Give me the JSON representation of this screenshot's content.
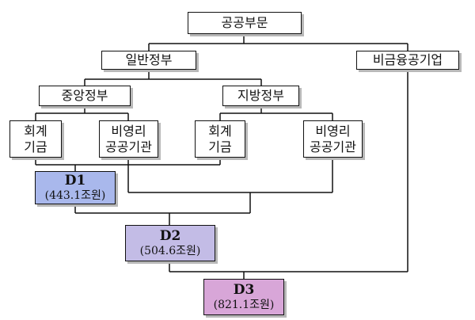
{
  "nodes": {
    "public_sector": "공공부문",
    "general_government": "일반정부",
    "non_financial_public_enterprises": "비금융공기업",
    "central_government": "중앙정부",
    "local_government": "지방정부",
    "central_accounts_funds": [
      "회계",
      "기금"
    ],
    "central_nonprofit_institutions": [
      "비영리",
      "공공기관"
    ],
    "local_accounts_funds": [
      "회계",
      "기금"
    ],
    "local_nonprofit_institutions": [
      "비영리",
      "공공기관"
    ],
    "d1": {
      "label": "D1",
      "amount": "(443.1조원)"
    },
    "d2": {
      "label": "D2",
      "amount": "(504.6조원)"
    },
    "d3": {
      "label": "D3",
      "amount": "(821.1조원)"
    }
  },
  "colors": {
    "d1_fill": "#a9b8ec",
    "d2_fill": "#c3bce6",
    "d3_fill": "#d8a6d8",
    "line": "#111111"
  }
}
